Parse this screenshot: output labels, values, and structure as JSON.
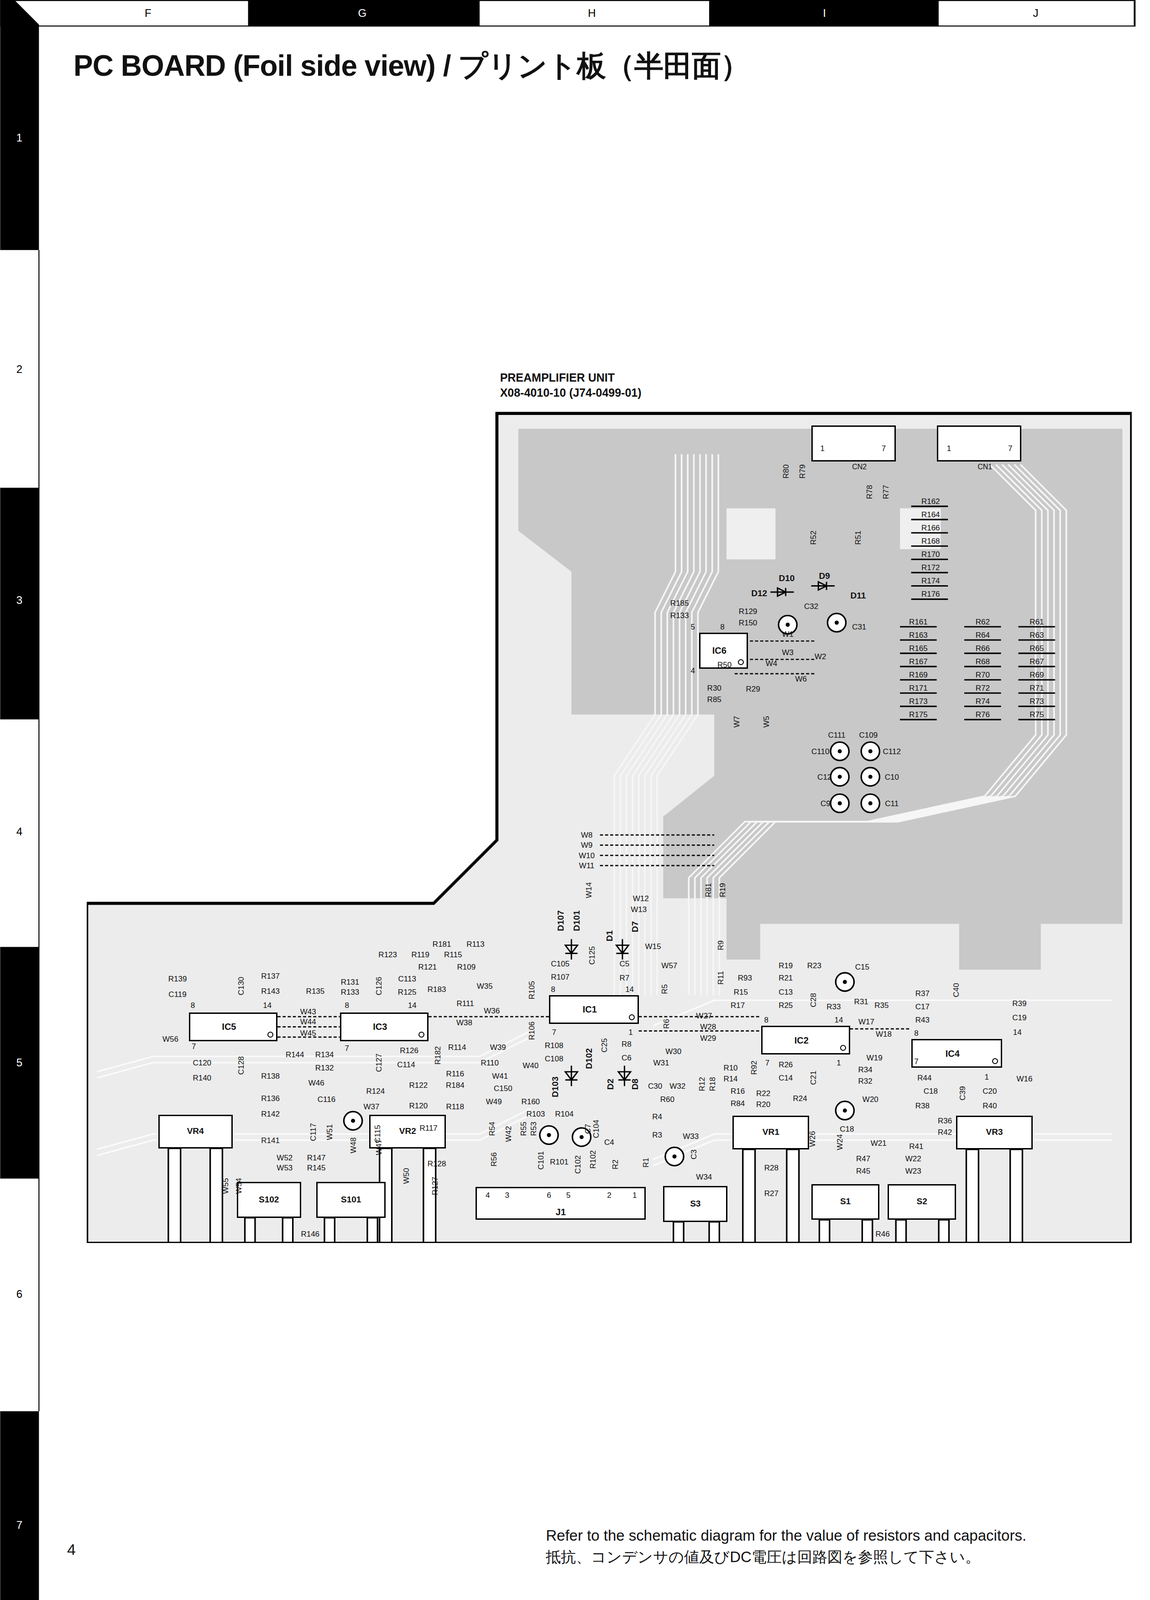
{
  "diagram": {
    "title": "PC BOARD (Foil side view) / プリント板（半田面）",
    "caption": "Refer to the schematic diagram for the value of resistors and capacitors.",
    "nodes": [
      {
        "text": [
          "PREAMPLIFIER UNIT",
          "X08-4010-10 (J74-0499-01)"
        ]
      },
      {
        "text": [
          "CN2"
        ],
        "in": 0
      },
      {
        "text": [
          "CN1"
        ],
        "in": 0
      },
      {
        "text": [
          "IC6"
        ],
        "in": 0
      },
      {
        "text": [
          "IC5"
        ],
        "in": 0
      },
      {
        "text": [
          "IC3"
        ],
        "in": 0
      },
      {
        "text": [
          "IC1"
        ],
        "in": 0
      },
      {
        "text": [
          "IC2"
        ],
        "in": 0
      },
      {
        "text": [
          "IC4"
        ],
        "in": 0
      },
      {
        "text": [
          "VR4"
        ],
        "in": 0
      },
      {
        "text": [
          "VR2"
        ],
        "in": 0
      },
      {
        "text": [
          "VR1"
        ],
        "in": 0
      },
      {
        "text": [
          "VR3"
        ],
        "in": 0
      },
      {
        "text": [
          "S102"
        ],
        "in": 0
      },
      {
        "text": [
          "S101"
        ],
        "in": 0
      },
      {
        "text": [
          "J1"
        ],
        "in": 0
      },
      {
        "text": [
          "S3"
        ],
        "in": 0
      },
      {
        "text": [
          "S1"
        ],
        "in": 0
      },
      {
        "text": [
          "S2"
        ],
        "in": 0
      }
    ],
    "labels": [
      "F",
      "G",
      "H",
      "I",
      "J",
      "1",
      "2",
      "3",
      "4",
      "5",
      "6",
      "7",
      "4",
      "抵抗、コンデンサの値及びDC電圧は回路図を参照して下さい。",
      "1",
      "7",
      "1",
      "7",
      "4",
      "3",
      "6",
      "5",
      "2",
      "1",
      "R80",
      "R79",
      "R78",
      "R77",
      "R52",
      "R51",
      "R162",
      "R164",
      "R166",
      "R168",
      "R170",
      "R172",
      "R174",
      "R176",
      "D10",
      "D9",
      "D12",
      "D11",
      "R185",
      "R133",
      "R129",
      "R150",
      "C32",
      "C31",
      "W1",
      "W2",
      "W3",
      "W4",
      "W6",
      "R50",
      "R30",
      "R85",
      "R29",
      "5",
      "8",
      "4",
      "W7",
      "W5",
      "R161",
      "R163",
      "R165",
      "R167",
      "R169",
      "R171",
      "R173",
      "R175",
      "R62",
      "R64",
      "R66",
      "R68",
      "R70",
      "R72",
      "R74",
      "R76",
      "R61",
      "R63",
      "R65",
      "R67",
      "R69",
      "R71",
      "R73",
      "R75",
      "C111",
      "C109",
      "C110",
      "C112",
      "C12",
      "C10",
      "C9",
      "C11",
      "W8",
      "W9",
      "W10",
      "W11",
      "W12",
      "W13",
      "W14",
      "R81",
      "R19",
      "D107",
      "D101",
      "D1",
      "D7",
      "W15",
      "R9",
      "C125",
      "C105",
      "R107",
      "8",
      "C5",
      "R7",
      "14",
      "R5",
      "W57",
      "R11",
      "R93",
      "R15",
      "R17",
      "R19",
      "R21",
      "R23",
      "C15",
      "C13",
      "R25",
      "C28",
      "R33",
      "R31",
      "R35",
      "R37",
      "C17",
      "R43",
      "C40",
      "R39",
      "C19",
      "14",
      "W17",
      "W18",
      "W19",
      "8",
      "14",
      "8",
      "R6",
      "W27",
      "W28",
      "W29",
      "W30",
      "W31",
      "R8",
      "C6",
      "7",
      "1",
      "R108",
      "C108",
      "C25",
      "R106",
      "R105",
      "D103",
      "D102",
      "D2",
      "D8",
      "W40",
      "W41",
      "W39",
      "W38",
      "W36",
      "R111",
      "W35",
      "R183",
      "R123",
      "R119",
      "R115",
      "R181",
      "R113",
      "R121",
      "R109",
      "C113",
      "R125",
      "14",
      "C126",
      "R131",
      "R133",
      "8",
      "R135",
      "W43",
      "W44",
      "W45",
      "R137",
      "R143",
      "14",
      "C130",
      "R139",
      "C119",
      "8",
      "W56",
      "7",
      "C120",
      "R140",
      "C128",
      "R144",
      "R134",
      "R132",
      "7",
      "C127",
      "R126",
      "C114",
      "R182",
      "R114",
      "R116",
      "R184",
      "R118",
      "R122",
      "R120",
      "R138",
      "R136",
      "R142",
      "W46",
      "R124",
      "C116",
      "W37",
      "C117",
      "W51",
      "C115",
      "W48",
      "W47",
      "R117",
      "R141",
      "W52",
      "W53",
      "R147",
      "R145",
      "W55",
      "W54",
      "R128",
      "W50",
      "R127",
      "R146",
      "R110",
      "C150",
      "W49",
      "R160",
      "R103",
      "R104",
      "R54",
      "R55",
      "R53",
      "W42",
      "R56",
      "C101",
      "R101",
      "C102",
      "R102",
      "C104",
      "C7",
      "R2",
      "C4",
      "R1",
      "R3",
      "R4",
      "C30",
      "W32",
      "R60",
      "R12",
      "R18",
      "W33",
      "C3",
      "W34",
      "R10",
      "R14",
      "R16",
      "R84",
      "R92",
      "R26",
      "C14",
      "R22",
      "R20",
      "R24",
      "C21",
      "R34",
      "R32",
      "7",
      "1",
      "W20",
      "C18",
      "W26",
      "W24",
      "R28",
      "R27",
      "R44",
      "C18",
      "R38",
      "C39",
      "7",
      "1",
      "C20",
      "R40",
      "W16",
      "R36",
      "R42",
      "W21",
      "R41",
      "R47",
      "R45",
      "W22",
      "W23",
      "R46"
    ]
  }
}
